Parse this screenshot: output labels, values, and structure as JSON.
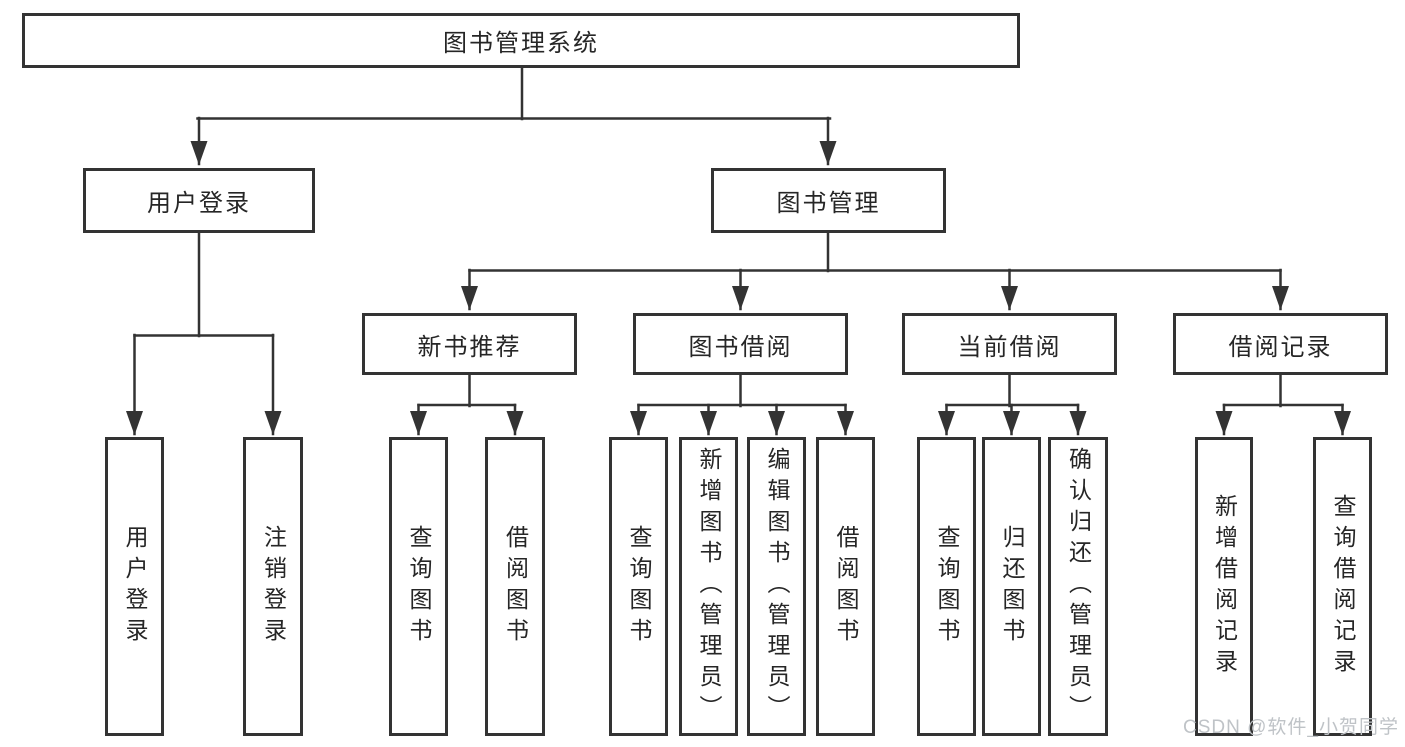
{
  "tree": {
    "label": "图书管理系统",
    "children": [
      {
        "label": "用户登录",
        "children": [
          {
            "label": "用户登录"
          },
          {
            "label": "注销登录"
          }
        ]
      },
      {
        "label": "图书管理",
        "children": [
          {
            "label": "新书推荐",
            "children": [
              {
                "label": "查询图书"
              },
              {
                "label": "借阅图书"
              }
            ]
          },
          {
            "label": "图书借阅",
            "children": [
              {
                "label": "查询图书"
              },
              {
                "label": "新增图书（管理员）"
              },
              {
                "label": "编辑图书（管理员）"
              },
              {
                "label": "借阅图书"
              }
            ]
          },
          {
            "label": "当前借阅",
            "children": [
              {
                "label": "查询图书"
              },
              {
                "label": "归还图书"
              },
              {
                "label": "确认归还（管理员）"
              }
            ]
          },
          {
            "label": "借阅记录",
            "children": [
              {
                "label": "新增借阅记录"
              },
              {
                "label": "查询借阅记录"
              }
            ]
          }
        ]
      }
    ]
  },
  "watermark": "CSDN @软件_小贺同学",
  "colors": {
    "stroke": "#333333",
    "text": "#262626",
    "watermark": "#bfc3c7",
    "background": "#ffffff"
  }
}
